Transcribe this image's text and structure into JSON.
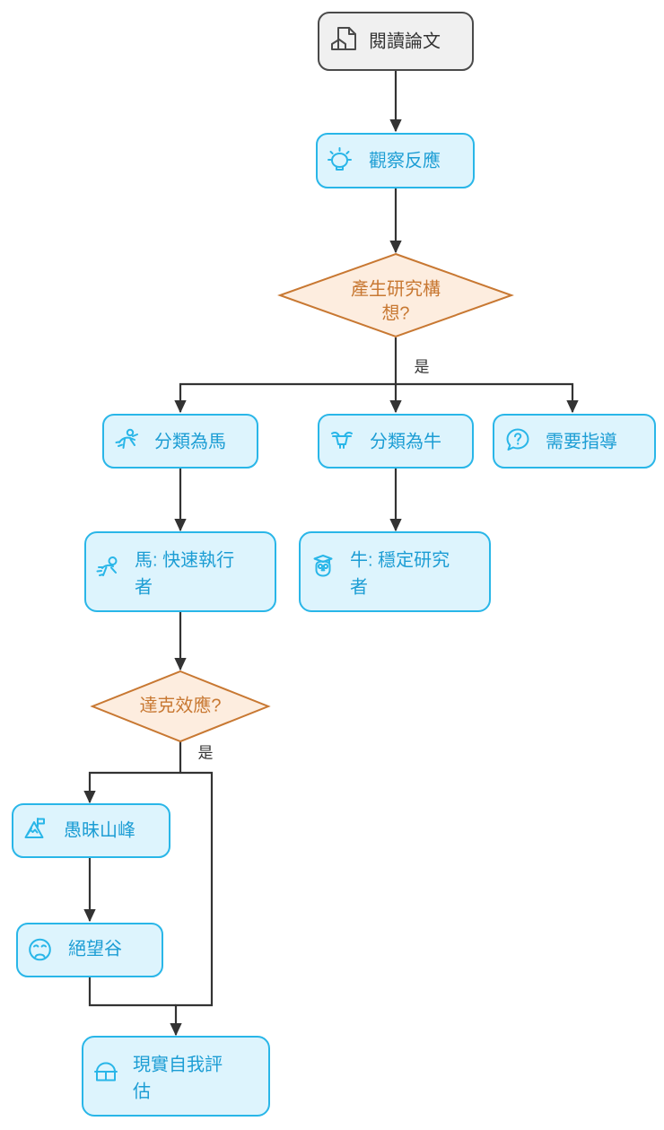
{
  "diagram": {
    "title": "閱讀論文流程圖",
    "background": "#ffffff",
    "palette": {
      "start_fill": "#f0f0f0",
      "start_stroke": "#4a4a4a",
      "start_text": "#333333",
      "process_fill": "#ddf4fd",
      "process_stroke": "#29b6e8",
      "process_text": "#1c9dd4",
      "decision_fill": "#fdeddf",
      "decision_stroke": "#c87832",
      "decision_text": "#c87832",
      "link": "#333333",
      "edge_label": "#333333"
    }
  },
  "nodes": [
    {
      "id": "read-paper",
      "label": "閱讀論文",
      "icon": "document-scan-icon",
      "type": "start",
      "lines": [
        "閱讀論文"
      ]
    },
    {
      "id": "observe-reaction",
      "label": "觀察反應",
      "icon": "lightbulb-icon",
      "type": "process",
      "lines": [
        "觀察反應"
      ]
    },
    {
      "id": "generate-idea",
      "label": "產生研究構想?",
      "icon": "none",
      "type": "decision",
      "lines": [
        "產生研究構",
        "想?"
      ]
    },
    {
      "id": "classify-horse",
      "label": "分類為馬",
      "icon": "horse-riding-icon",
      "type": "process",
      "lines": [
        "分類為馬"
      ]
    },
    {
      "id": "classify-cow",
      "label": "分類為牛",
      "icon": "ox-icon",
      "type": "process",
      "lines": [
        "分類為牛"
      ]
    },
    {
      "id": "need-guidance",
      "label": "需要指導",
      "icon": "question-chat-icon",
      "type": "process",
      "lines": [
        "需要指導"
      ]
    },
    {
      "id": "horse-persona",
      "label": "馬: 快速執行者",
      "icon": "running-person-icon",
      "type": "process",
      "lines": [
        "馬: 快速執行",
        "者"
      ]
    },
    {
      "id": "cow-persona",
      "label": "牛: 穩定研究者",
      "icon": "graduate-owl-icon",
      "type": "process",
      "lines": [
        "牛: 穩定研究",
        "者"
      ]
    },
    {
      "id": "dunning-kruger",
      "label": "達克效應?",
      "icon": "none",
      "type": "decision",
      "lines": [
        "達克效應?"
      ]
    },
    {
      "id": "peak-of-ignorance",
      "label": "愚昧山峰",
      "icon": "mountain-flag-icon",
      "type": "process",
      "lines": [
        "愚昧山峰"
      ]
    },
    {
      "id": "valley-of-despair",
      "label": "絕望谷",
      "icon": "sad-face-icon",
      "type": "process",
      "lines": [
        "絕望谷"
      ]
    },
    {
      "id": "realistic-self-assessment",
      "label": "現實自我評估",
      "icon": "balance-basket-icon",
      "type": "process",
      "lines": [
        "現實自我評",
        "估"
      ]
    }
  ],
  "edge_labels": {
    "idea_yes": "是",
    "dk_yes": "是"
  }
}
